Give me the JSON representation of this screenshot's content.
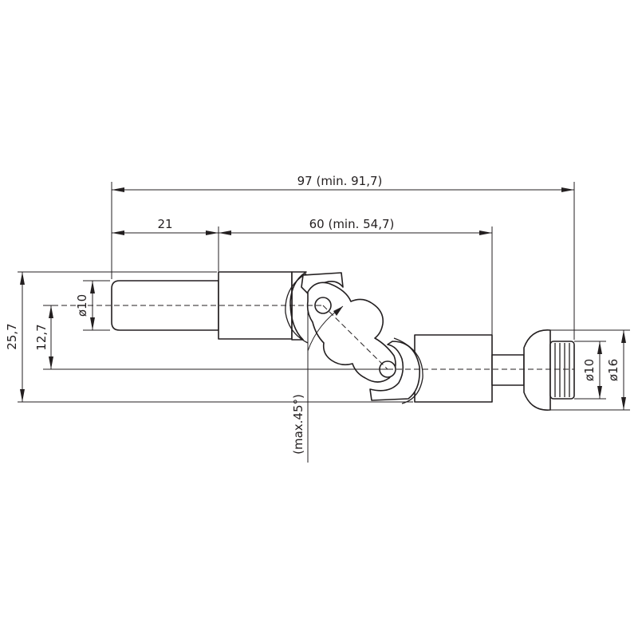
{
  "dimensions": {
    "overall_length": "97 (min. 91,7)",
    "shaft_length": "21",
    "body_length": "60 (min. 54,7)",
    "height": "25,7",
    "offset": "12,7",
    "shaft_diameter": "ø10",
    "knob_inner_diameter": "ø10",
    "knob_outer_diameter": "ø16",
    "angle": "(max.45°)"
  },
  "colors": {
    "line": "#231f20",
    "background": "#ffffff"
  }
}
